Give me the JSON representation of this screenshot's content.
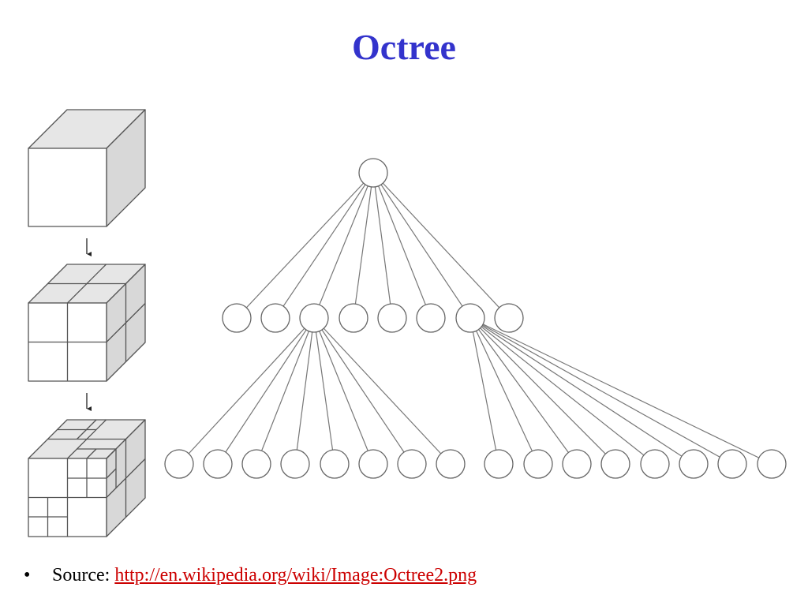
{
  "slide": {
    "title": "Octree"
  },
  "diagram": {
    "cube_levels": [
      "undivided",
      "subdivided once",
      "subdivided twice"
    ],
    "tree": {
      "root_nodes": 1,
      "level1_nodes": 8,
      "level2_nodes": 16,
      "expanded_children": [
        2,
        6
      ]
    }
  },
  "footer": {
    "bullet": "•",
    "source_label": "Source:",
    "source_link": "http://en.wikipedia.org/wiki/Image:Octree2.png"
  },
  "colors": {
    "title": "#3333cc",
    "link": "#cc0000",
    "cube_top": "#e6e6e6",
    "cube_side": "#d8d8d8",
    "line": "#555555"
  }
}
